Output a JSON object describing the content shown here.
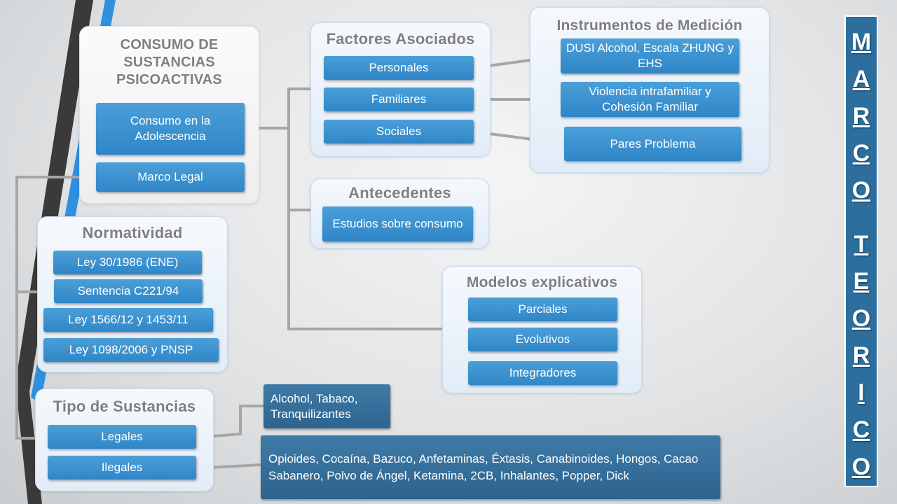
{
  "consumo": {
    "title": "CONSUMO DE SUSTANCIAS PSICOACTIVAS",
    "items": [
      "Consumo en la Adolescencia",
      "Marco Legal"
    ]
  },
  "factores": {
    "title": "Factores Asociados",
    "items": [
      "Personales",
      "Familiares",
      "Sociales"
    ]
  },
  "instrumentos": {
    "title": "Instrumentos de Medición",
    "items": [
      "DUSI Alcohol, Escala ZHUNG y EHS",
      "Violencia intrafamiliar y Cohesión Familiar",
      "Pares Problema"
    ]
  },
  "antecedentes": {
    "title": "Antecedentes",
    "items": [
      "Estudios sobre consumo"
    ]
  },
  "modelos": {
    "title": "Modelos explicativos",
    "items": [
      "Parciales",
      "Evolutivos",
      "Integradores"
    ]
  },
  "normatividad": {
    "title": "Normatividad",
    "items": [
      "Ley 30/1986 (ENE)",
      "Sentencia C221/94",
      "Ley 1566/12 y 1453/11",
      "Ley 1098/2006 y PNSP"
    ]
  },
  "tipo": {
    "title": "Tipo de Sustancias",
    "items": [
      "Legales",
      "Ilegales"
    ]
  },
  "sustancias": {
    "legales_detail": "Alcohol, Tabaco, Tranquilizantes",
    "ilegales_detail": "Opioides, Cocaína, Bazuco, Anfetaminas, Éxtasis, Canabinoides, Hongos, Cacao Sabanero, Polvo de Ángel, Ketamina, 2CB, Inhalantes, Popper, Dick"
  },
  "vertical_title": [
    "M",
    "A",
    "R",
    "C",
    "O",
    "",
    "T",
    "E",
    "O",
    "R",
    "I",
    "C",
    "O"
  ],
  "colors": {
    "box_blue": "#3b93d0",
    "box_dark": "#356d99",
    "title_gray": "#7f7f7f",
    "connector": "#a6a6a6",
    "vertical_bg": "#2c6f9e"
  }
}
